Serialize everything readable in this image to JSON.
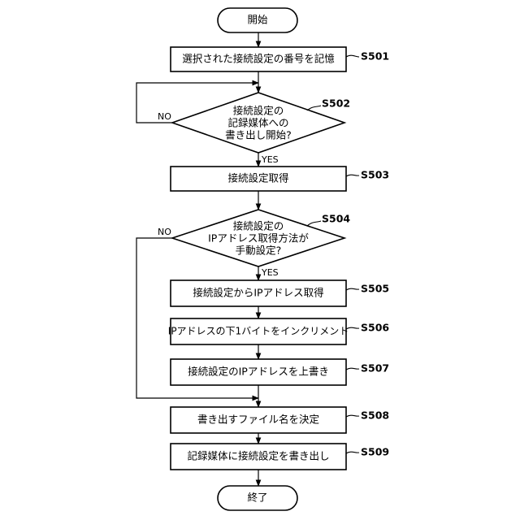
{
  "flowchart": {
    "start": "開始",
    "end": "終了",
    "s501": {
      "step": "S501",
      "text": "選択された接続設定の番号を記憶"
    },
    "s502": {
      "step": "S502",
      "lines": [
        "接続設定の",
        "記録媒体への",
        "書き出し開始?"
      ]
    },
    "s503": {
      "step": "S503",
      "text": "接続設定取得"
    },
    "s504": {
      "step": "S504",
      "lines": [
        "接続設定の",
        "IPアドレス取得方法が",
        "手動設定?"
      ]
    },
    "s505": {
      "step": "S505",
      "text": "接続設定からIPアドレス取得"
    },
    "s506": {
      "step": "S506",
      "text": "IPアドレスの下1バイトをインクリメント"
    },
    "s507": {
      "step": "S507",
      "text": "接続設定のIPアドレスを上書き"
    },
    "s508": {
      "step": "S508",
      "text": "書き出すファイル名を決定"
    },
    "s509": {
      "step": "S509",
      "text": "記録媒体に接続設定を書き出し"
    },
    "labels": {
      "yes": "YES",
      "no": "NO"
    }
  }
}
